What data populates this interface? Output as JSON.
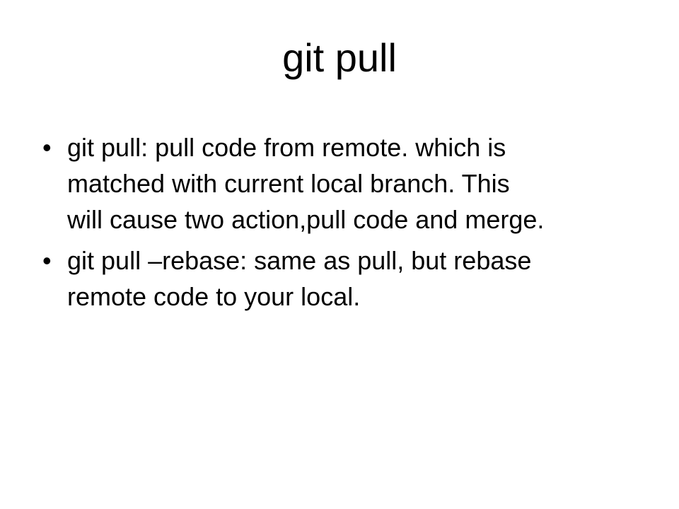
{
  "slide": {
    "title": "git pull",
    "bullet_char": "•",
    "bullets": [
      {
        "lines": [
          "git pull: pull code from remote. which is",
          "matched with current local branch. This",
          "will cause two action,pull code and merge."
        ]
      },
      {
        "lines": [
          "git pull –rebase: same as pull, but rebase",
          "remote code to your local."
        ]
      }
    ],
    "colors": {
      "background": "#ffffff",
      "text": "#000000"
    }
  }
}
